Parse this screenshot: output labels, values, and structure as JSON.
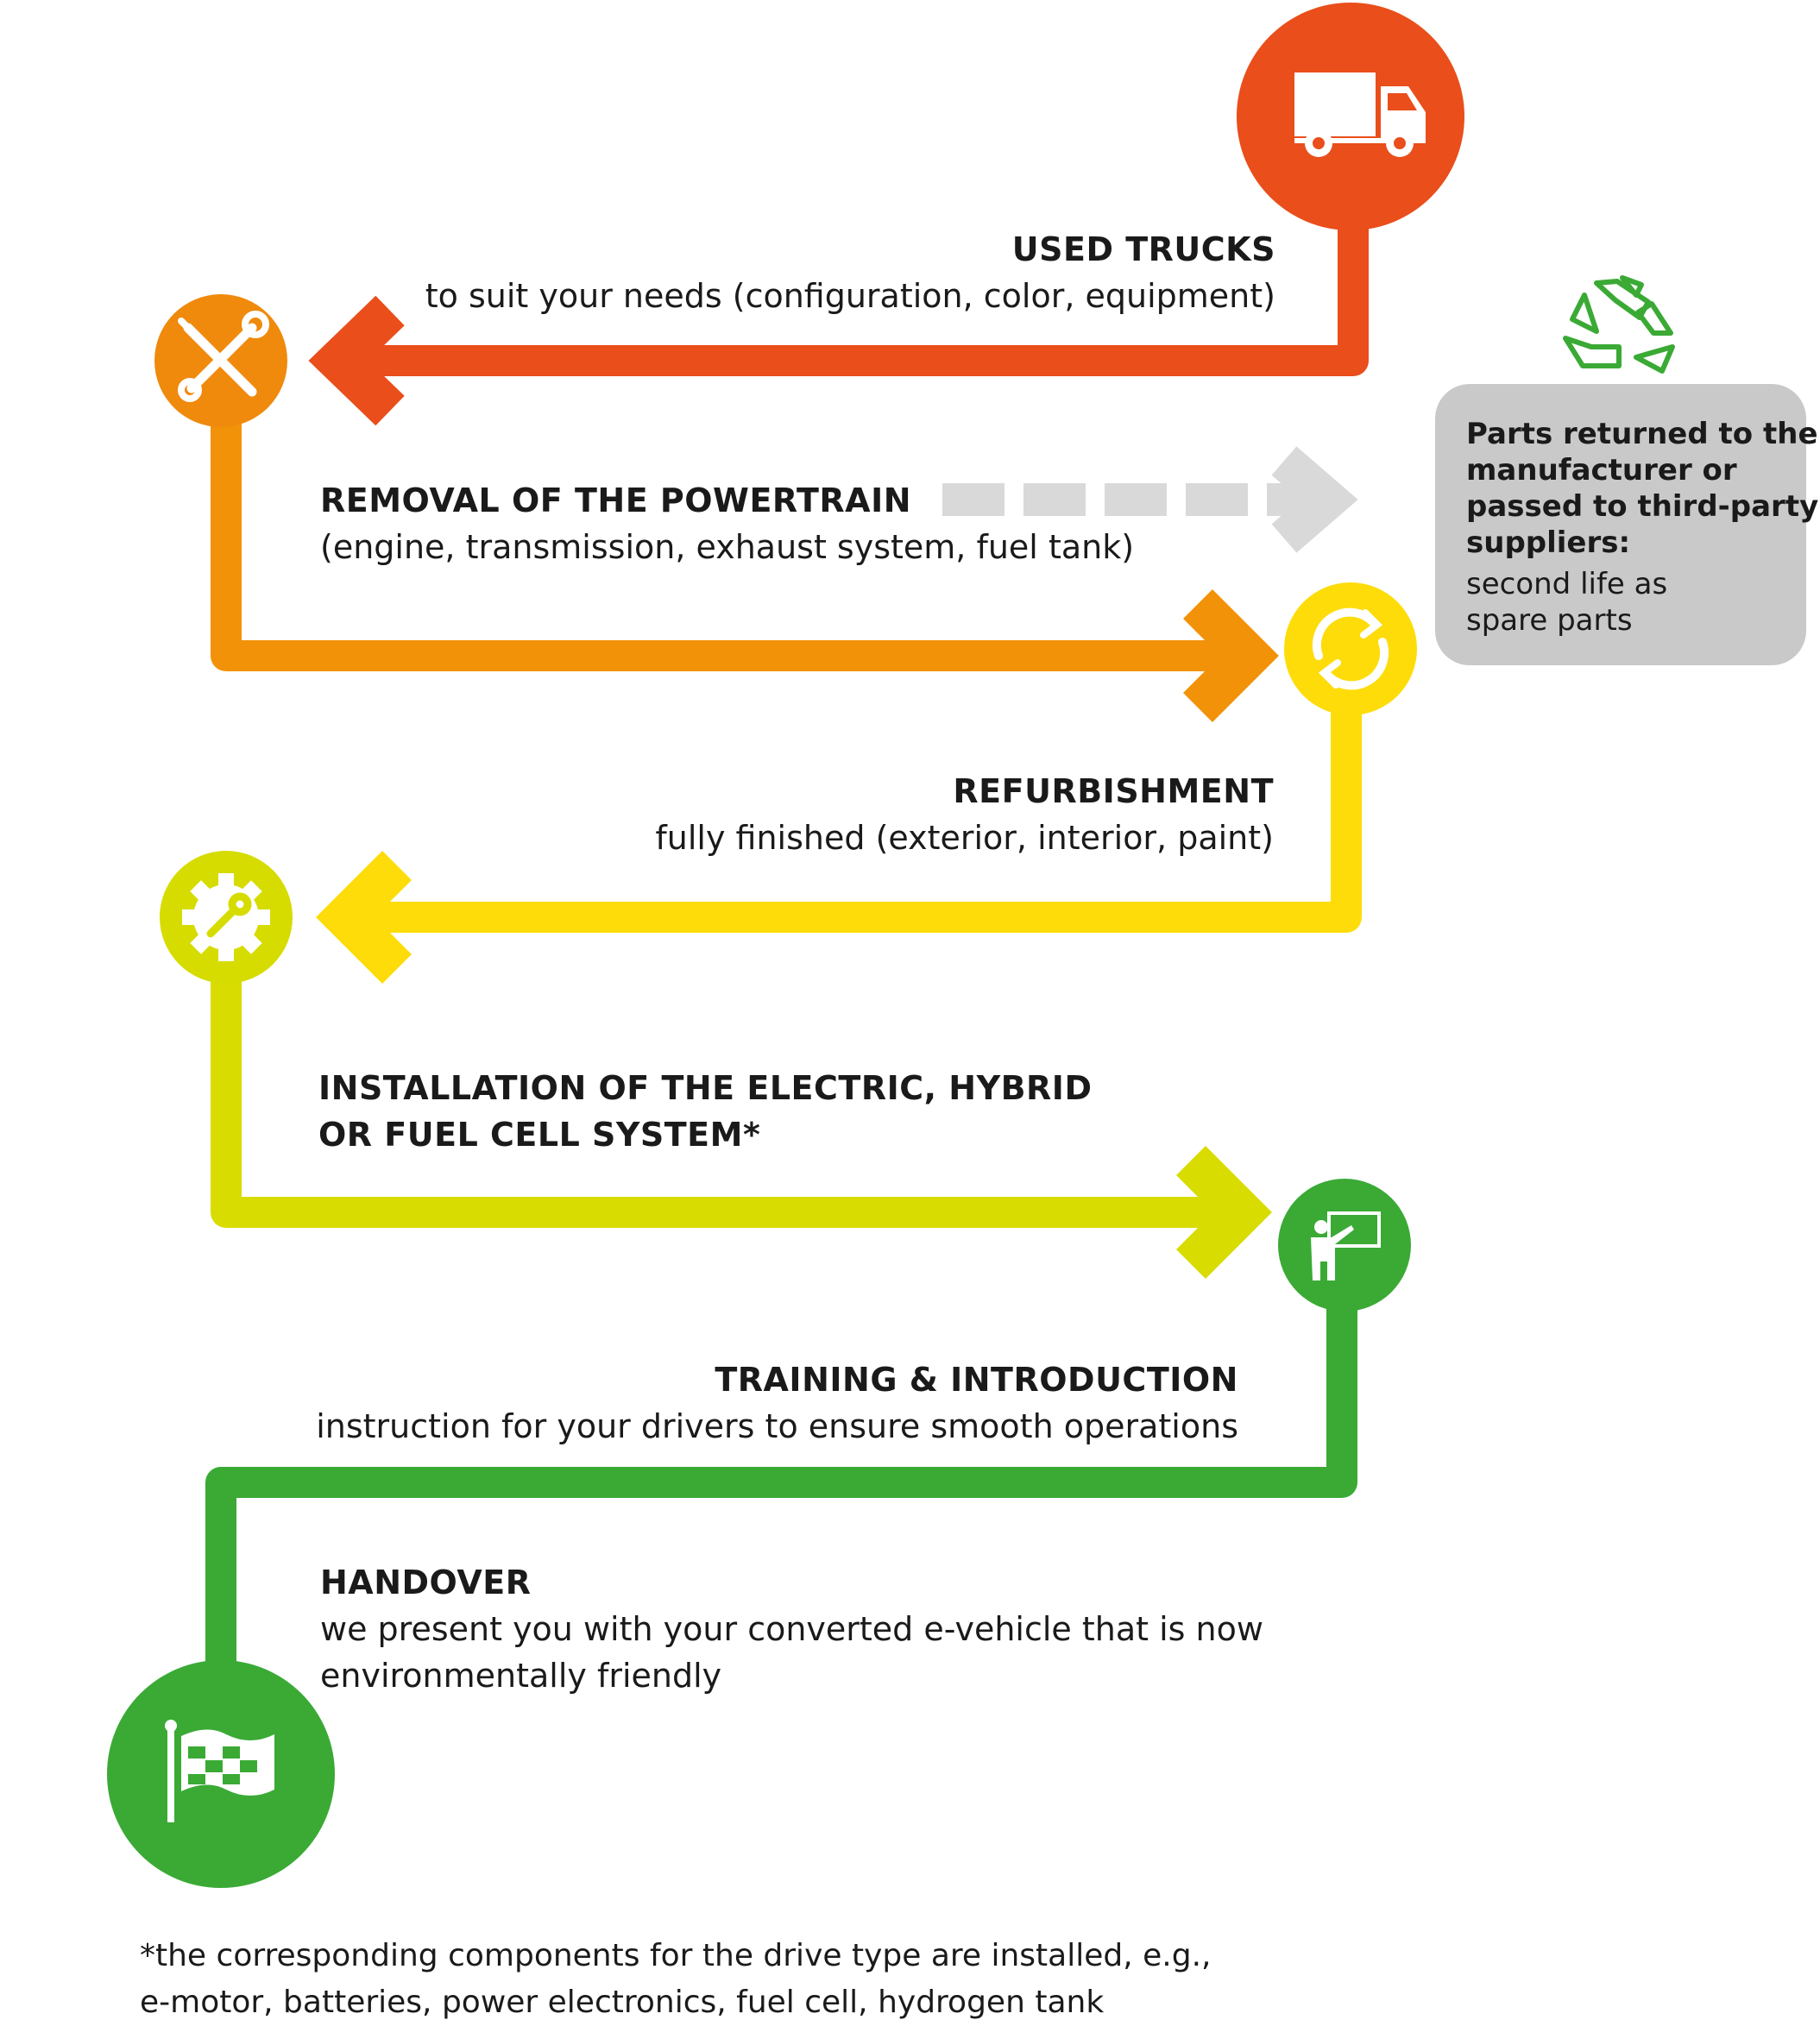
{
  "steps": [
    {
      "title": "USED TRUCKS",
      "lines": [
        "to suit your needs (configuration, color, equipment)"
      ]
    },
    {
      "title": "REMOVAL OF THE POWERTRAIN",
      "lines": [
        "(engine, transmission, exhaust system, fuel tank)"
      ]
    },
    {
      "title": "REFURBISHMENT",
      "lines": [
        "fully finished (exterior, interior, paint)"
      ]
    },
    {
      "title_lines": [
        "INSTALLATION OF THE ELECTRIC, HYBRID",
        "OR FUEL CELL SYSTEM*"
      ]
    },
    {
      "title": "TRAINING & INTRODUCTION",
      "lines": [
        "instruction for your drivers to ensure smooth operations"
      ]
    },
    {
      "title": "HANDOVER",
      "lines": [
        "we present you with your converted e-vehicle that is now",
        "environmentally friendly"
      ]
    }
  ],
  "side_box": {
    "bold_lines": [
      "Parts returned to the",
      "manufacturer or",
      "passed to third-party",
      "suppliers:"
    ],
    "lines": [
      "second life as",
      "spare parts"
    ]
  },
  "footnote": [
    "*the corresponding components for the drive type are installed, e.g.,",
    "e-motor, batteries, power electronics, fuel cell, hydrogen tank"
  ],
  "colors": {
    "red": "#e94e1b",
    "orange": "#ef8a0c",
    "yellow": "#fddc0a",
    "lime": "#d6dc00",
    "green": "#3aaa35",
    "grey_arrow": "#d9d9d9",
    "side_box": "#c9c9c9",
    "recycle": "#3aaa35"
  },
  "icons": [
    "truck-icon",
    "tools-icon",
    "refresh-icon",
    "gear-wrench-icon",
    "teacher-board-icon",
    "checkered-flag-icon",
    "recycle-icon"
  ]
}
